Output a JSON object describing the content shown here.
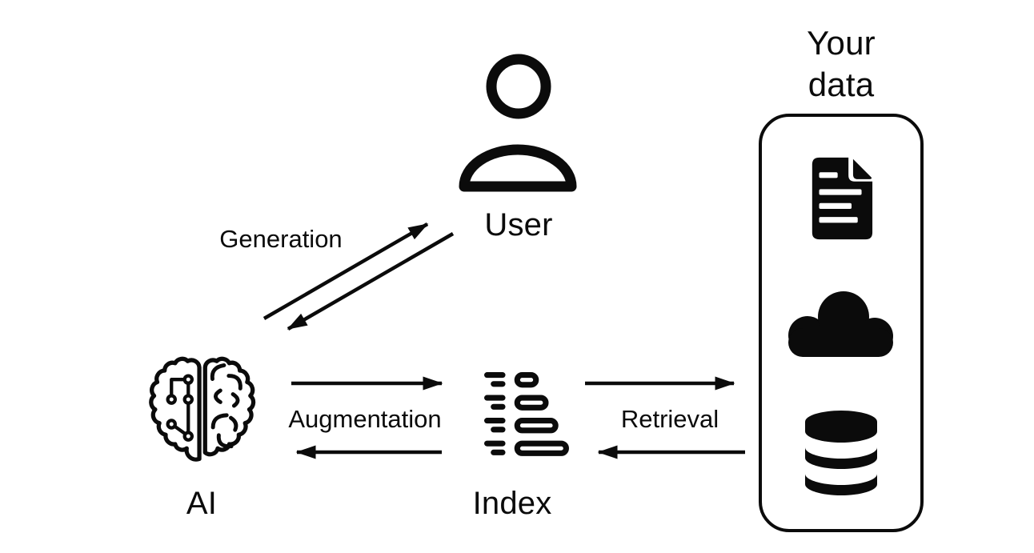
{
  "canvas": {
    "background": "#ffffff",
    "ink": "#0b0b0b"
  },
  "nodes": {
    "user": {
      "label": "User"
    },
    "ai": {
      "label": "AI"
    },
    "index": {
      "label": "Index"
    },
    "your_data": {
      "label_lines": [
        "Your",
        "data"
      ]
    }
  },
  "edges": {
    "generation": {
      "label": "Generation",
      "between": "AI and User",
      "direction": "bidirectional"
    },
    "augmentation": {
      "label": "Augmentation",
      "between": "AI and Index",
      "direction": "bidirectional"
    },
    "retrieval": {
      "label": "Retrieval",
      "between": "Index and Your data",
      "direction": "bidirectional"
    }
  },
  "icons": {
    "user": "user-icon",
    "ai": "brain-circuit-icon",
    "index": "ranked-list-icon",
    "your_data": [
      "document-icon",
      "cloud-icon",
      "database-icon"
    ]
  }
}
